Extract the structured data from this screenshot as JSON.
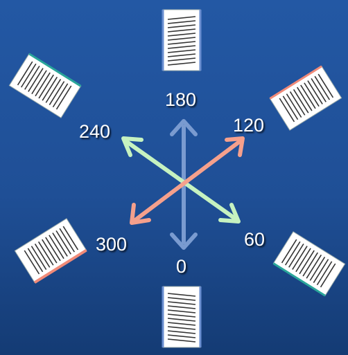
{
  "angles": [
    {
      "label": "180",
      "deg": 180
    },
    {
      "label": "120",
      "deg": 120
    },
    {
      "label": "240",
      "deg": 240
    },
    {
      "label": "300",
      "deg": 300
    },
    {
      "label": "60",
      "deg": 60
    },
    {
      "label": "0",
      "deg": 0
    }
  ],
  "colors": {
    "background": "#1f4f96",
    "axis_0_180": "#7a9bd0",
    "axis_60_240": "#c6f2c0",
    "axis_120_300": "#f5a08c",
    "card_fill": "#ffffff",
    "stripe": "#333333",
    "accent_teal": "#2aa69a",
    "accent_salmon": "#f08a78",
    "accent_blue": "#6b8fd1"
  }
}
